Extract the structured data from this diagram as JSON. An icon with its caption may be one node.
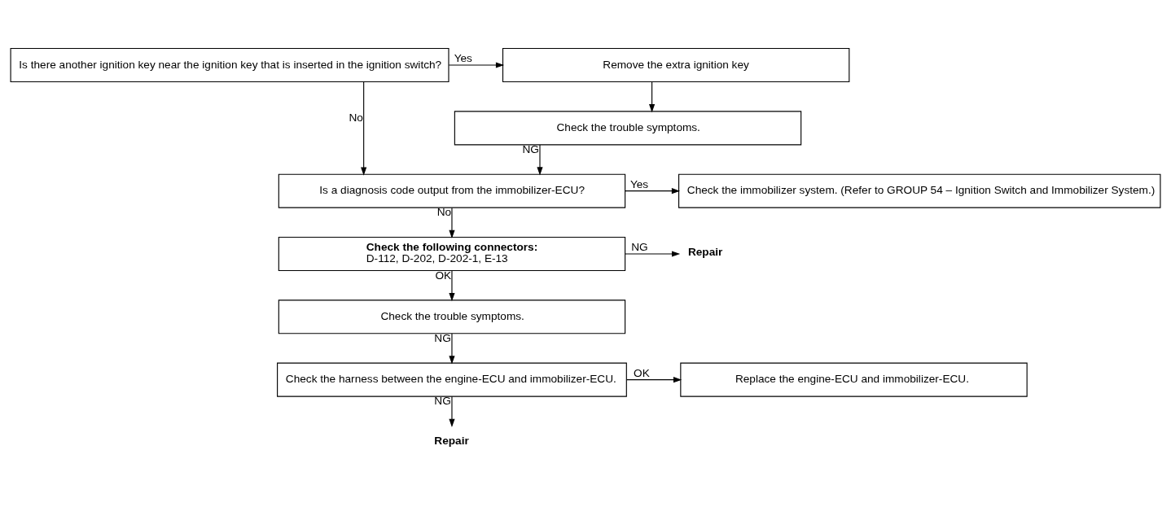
{
  "diagram": {
    "nodes": [
      {
        "text": [
          "Is there another ignition key near the ignition key that is inserted in the ignition switch?"
        ]
      },
      {
        "text": [
          "Remove the extra ignition key"
        ]
      },
      {
        "text": [
          "Check the trouble symptoms."
        ]
      },
      {
        "text": [
          "Is a diagnosis code output from the immobilizer-ECU?"
        ]
      },
      {
        "text": [
          "Check the immobilizer system. (Refer to GROUP 54 – Ignition Switch and Immobilizer System.)"
        ]
      },
      {
        "text": [
          "Check the following connectors:",
          "D-112, D-202, D-202-1, E-13"
        ]
      },
      {
        "text": [
          "Repair"
        ]
      },
      {
        "text": [
          "Check the trouble symptoms."
        ]
      },
      {
        "text": [
          "Check the harness between the engine-ECU and immobilizer-ECU."
        ]
      },
      {
        "text": [
          "Replace the engine-ECU and immobilizer-ECU."
        ]
      },
      {
        "text": [
          "Repair"
        ]
      }
    ],
    "edges": [
      {
        "from": 0,
        "to": 1,
        "arrow": "to",
        "label": "Yes"
      },
      {
        "from": 1,
        "to": 2,
        "arrow": "to"
      },
      {
        "from": 0,
        "to": 3,
        "arrow": "to",
        "label": "No"
      },
      {
        "from": 2,
        "to": 3,
        "arrow": "to",
        "label": "NG"
      },
      {
        "from": 3,
        "to": 4,
        "arrow": "to",
        "label": "Yes"
      },
      {
        "from": 3,
        "to": 5,
        "arrow": "to",
        "label": "No"
      },
      {
        "from": 5,
        "to": 6,
        "arrow": "to",
        "label": "NG"
      },
      {
        "from": 5,
        "to": 7,
        "arrow": "to",
        "label": "OK"
      },
      {
        "from": 7,
        "to": 8,
        "arrow": "to",
        "label": "NG"
      },
      {
        "from": 8,
        "to": 9,
        "arrow": "to",
        "label": "OK"
      },
      {
        "from": 8,
        "to": 10,
        "arrow": "to",
        "label": "NG"
      }
    ]
  }
}
